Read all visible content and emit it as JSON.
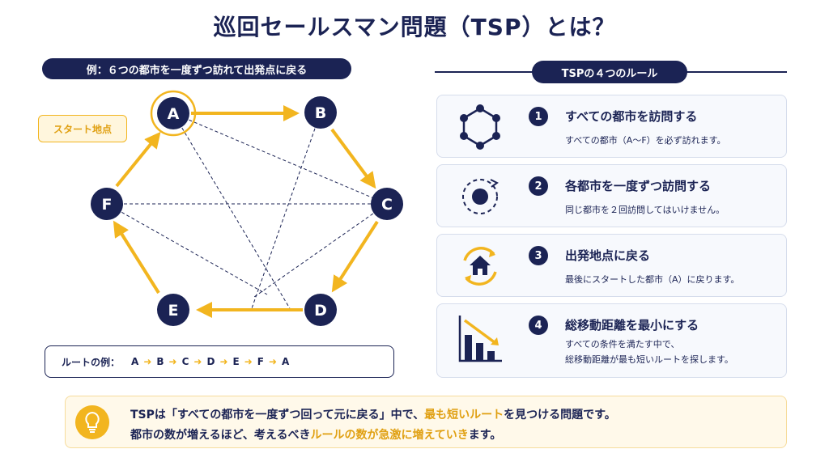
{
  "title": "巡回セールスマン問題（TSP）とは？",
  "example": {
    "pill": "例：６つの都市を一度ずつ訪れて出発点に戻る",
    "start_tag": "スタート地点",
    "nodes": [
      "A",
      "B",
      "C",
      "D",
      "E",
      "F"
    ],
    "route": {
      "label": "ルートの例：",
      "sequence": [
        "A",
        "B",
        "C",
        "D",
        "E",
        "F",
        "A"
      ]
    }
  },
  "rules": {
    "header": "TSPの４つのルール",
    "items": [
      {
        "num": "1",
        "title": "すべての都市を訪問する",
        "desc": [
          "すべての都市（A〜F）を必ず訪れます。"
        ],
        "icon": "hexagon-network-icon"
      },
      {
        "num": "2",
        "title": "各都市を一度ずつ訪問する",
        "desc": [
          "同じ都市を２回訪問してはいけません。"
        ],
        "icon": "dot-cycle-icon"
      },
      {
        "num": "3",
        "title": "出発地点に戻る",
        "desc": [
          "最後にスタートした都市（A）に戻ります。"
        ],
        "icon": "home-return-icon"
      },
      {
        "num": "4",
        "title": "総移動距離を最小にする",
        "desc": [
          "すべての条件を満たす中で、",
          "総移動距離が最も短いルートを探します。"
        ],
        "icon": "decreasing-bars-icon"
      }
    ]
  },
  "summary": {
    "icon": "lightbulb-icon",
    "line1": [
      "TSPは「すべての都市を一度ずつ回って元に戻る」中で、",
      "最も短いルート",
      "を見つける問題です。"
    ],
    "line2": [
      "都市の数が増えるほど、考えるべき",
      "ルールの数が急激に増えていき",
      "ます。"
    ]
  },
  "colors": {
    "navy": "#1b2354",
    "accent": "#f2b51f"
  }
}
